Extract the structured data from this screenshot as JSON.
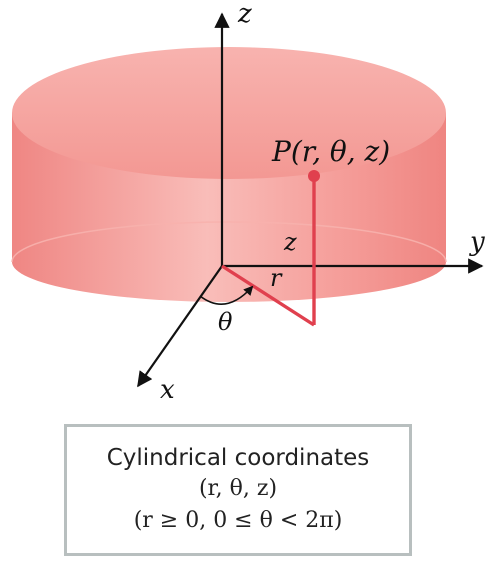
{
  "diagram": {
    "axes": {
      "z_label": "z",
      "y_label": "y",
      "x_label": "x"
    },
    "point_label": "P(r, θ, z)",
    "height_label": "z",
    "radius_label": "r",
    "angle_label": "θ",
    "colors": {
      "cylinder_fill": "#f4918e",
      "cylinder_top": "#f7aaa6",
      "segment": "#e0404e",
      "axis": "#111111",
      "caption_border": "#b8bfbf"
    }
  },
  "caption": {
    "title": "Cylindrical coordinates",
    "line1": "(r, θ, z)",
    "line2": "(r ≥ 0, 0 ≤ θ < 2π)"
  }
}
